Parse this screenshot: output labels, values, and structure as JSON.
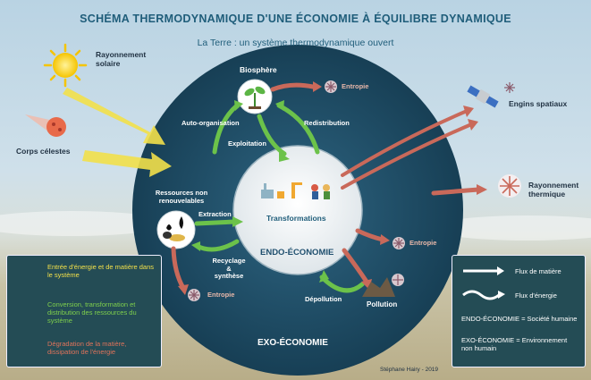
{
  "title": "SCHÉMA THERMODYNAMIQUE D'UNE ÉCONOMIE À ÉQUILIBRE DYNAMIQUE",
  "subtitle": "La Terre : un système thermodynamique ouvert",
  "labels": {
    "solar": "Rayonnement solaire",
    "bodies": "Corps célestes",
    "biosphere": "Biosphère",
    "entropy": "Entropie",
    "spacecraft": "Engins spatiaux",
    "thermal": "Rayonnement thermique",
    "self_org": "Auto-organisation",
    "redistribution": "Redistribution",
    "exploitation": "Exploitation",
    "resources": "Ressources non renouvelables",
    "extraction": "Extraction",
    "transformations": "Transformations",
    "recycling": "Recyclage & synthèse",
    "endo": "ENDO-ÉCONOMIE",
    "exo": "EXO-ÉCONOMIE",
    "depollution": "Dépollution",
    "pollution": "Pollution",
    "author": "Stéphane Hairy - 2019"
  },
  "legend_left": [
    {
      "text": "Entrée d'énergie et de matière dans le système",
      "color": "#f2e04a"
    },
    {
      "text": "Conversion, transformation et distribution des ressources du système",
      "color": "#7fd04c"
    },
    {
      "text": "Dégradation de la matière, dissipation de l'énergie",
      "color": "#e0735a"
    }
  ],
  "legend_right": {
    "matter": "Flux de matière",
    "energy": "Flux d'énergie",
    "endo_def": "ENDO-ÉCONOMIE = Société humaine",
    "exo_def": "EXO-ÉCONOMIE = Environnement non humain"
  },
  "colors": {
    "ring": "#1d4a63",
    "inner": "#2a5b76",
    "yellow": "#f2e04a",
    "green": "#6cc24a",
    "red": "#c9695a"
  }
}
